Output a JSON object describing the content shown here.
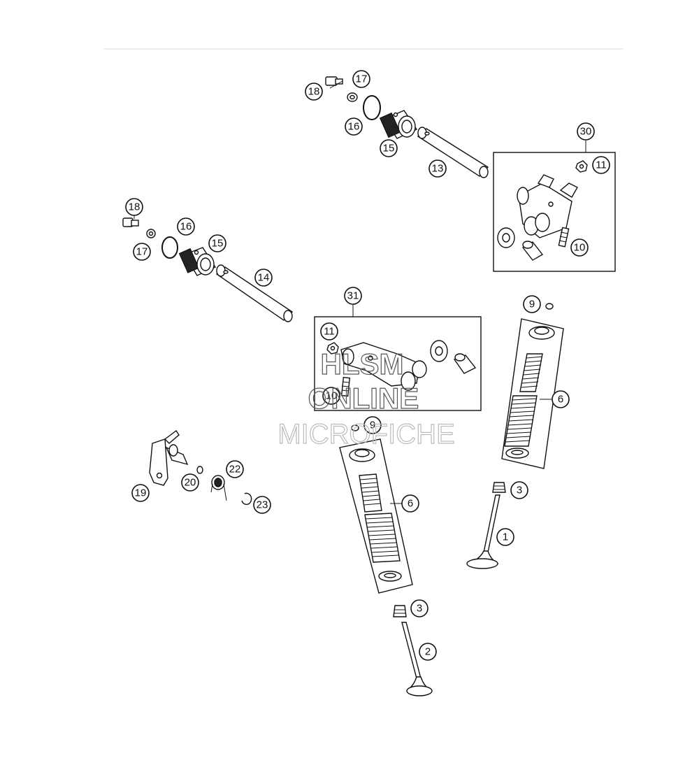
{
  "diagram": {
    "callouts": [
      "1",
      "2",
      "3",
      "3",
      "6",
      "6",
      "9",
      "9",
      "10",
      "10",
      "11",
      "11",
      "13",
      "14",
      "15",
      "15",
      "16",
      "16",
      "17",
      "17",
      "18",
      "18",
      "19",
      "20",
      "22",
      "23",
      "30",
      "31"
    ]
  },
  "watermark": {
    "line1": "HLSM",
    "line2": "ONLINE",
    "line3": "MICROFICHE"
  },
  "colors": {
    "line": "#111111",
    "watermark_dark": "#555555",
    "watermark_light": "#bbbbbb",
    "divider": "#dddddd"
  }
}
